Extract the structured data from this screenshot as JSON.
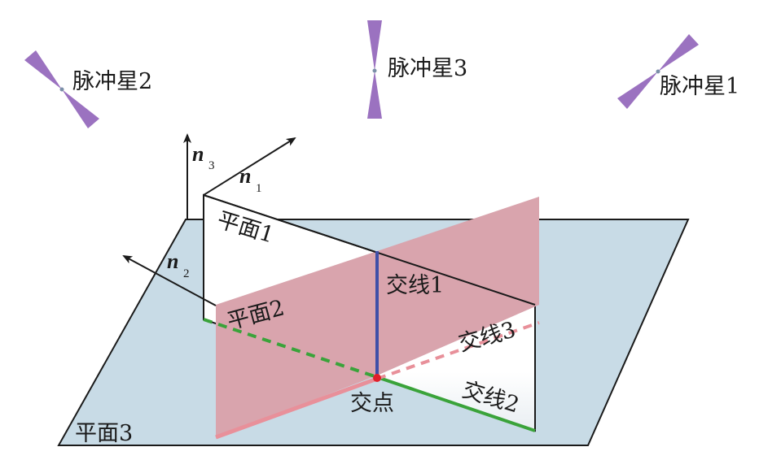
{
  "pulsars": [
    {
      "label": "脉冲星2"
    },
    {
      "label": "脉冲星3"
    },
    {
      "label": "脉冲星1"
    }
  ],
  "vectors": {
    "n3": {
      "letter": "n",
      "sub": "3"
    },
    "n1": {
      "letter": "n",
      "sub": "1"
    },
    "n2": {
      "letter": "n",
      "sub": "2"
    }
  },
  "planes": {
    "plane1": "平面1",
    "plane2": "平面2",
    "plane3": "平面3"
  },
  "lines": {
    "line1": "交线1",
    "line2": "交线2",
    "line3": "交线3"
  },
  "intersection_point": "交点",
  "colors": {
    "plane3_fill": "#c8dbe6",
    "plane2_fill": "#d9a4ad",
    "plane1_fill": "#ffffff",
    "line1": "#3f4fa8",
    "line2": "#3aa33a",
    "line3": "#e8909a",
    "pulsar_beam": "#9b72c0",
    "point": "#e0202a"
  }
}
